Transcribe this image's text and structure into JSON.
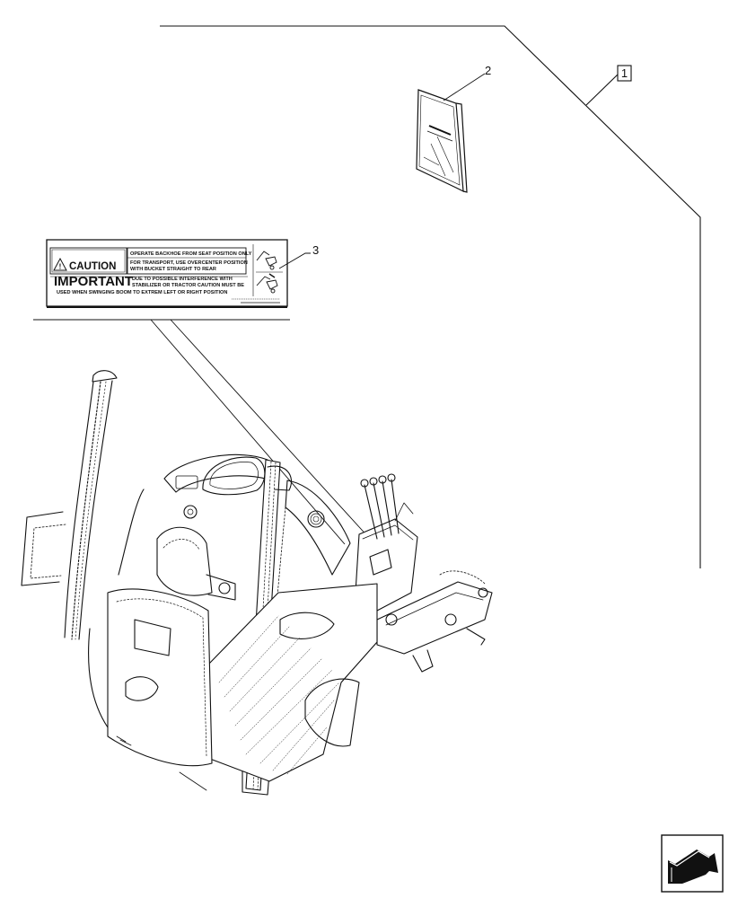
{
  "callouts": {
    "item_1": "1",
    "item_2": "2",
    "item_3": "3"
  },
  "decal": {
    "caution_word": "CAUTION",
    "caution_line_1": "OPERATE BACKHOE FROM SEAT POSITION ONLY",
    "caution_line_2a": "FOR TRANSPORT, USE OVERCENTER POSITION",
    "caution_line_2b": "WITH BUCKET STRAIGHT TO REAR",
    "important_word": "IMPORTANT",
    "important_line_1": "DUE TO POSSIBLE INTERFERENCE WITH",
    "important_line_2": "STABILIZER OR TRACTOR CAUTION MUST BE",
    "important_line_3": "USED WHEN SWINGING BOOM TO EXTREM LEFT OR RIGHT POSITION"
  },
  "icons": {
    "manual": "operator-manual-booklet-icon",
    "decal_pictograms": "backhoe-pictogram-icon",
    "view_direction": "view-direction-arrow-icon"
  },
  "colors": {
    "line": "#111111",
    "background": "#ffffff"
  }
}
